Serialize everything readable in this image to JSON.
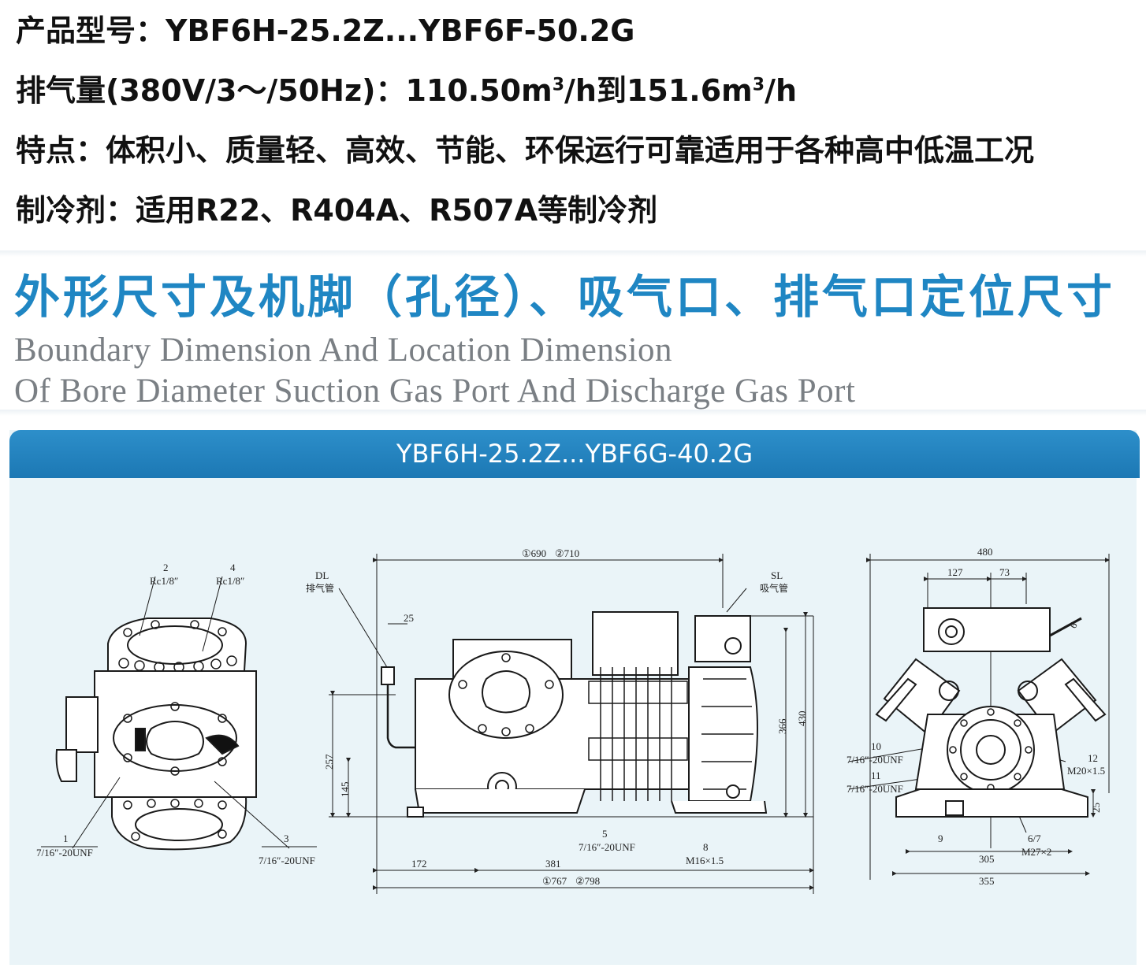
{
  "specs": {
    "model_label": "产品型号：",
    "model_value": "YBF6H-25.2Z...YBF6F-50.2G",
    "displacement_label": "排气量(380V/3～/50Hz)：",
    "displacement_v1": "110.50m",
    "sup1": "3",
    "unit_mid": "/h到151.6m",
    "sup2": "3",
    "unit_end": "/h",
    "features_label": "特点：",
    "features_value": "体积小、质量轻、高效、节能、环保运行可靠适用于各种高中低温工况",
    "refrigerant_label": "制冷剂：",
    "refrigerant_value": "适用R22、R404A、R507A等制冷剂"
  },
  "section": {
    "title_cn": "外形尺寸及机脚（孔径）、吸气口、排气口定位尺寸",
    "title_en_line1": "Boundary Dimension And Location Dimension",
    "title_en_line2": "Of Bore Diameter Suction Gas Port And Discharge Gas Port"
  },
  "panel": {
    "model_range": "YBF6H-25.2Z...YBF6G-40.2G"
  },
  "drawing_labels": {
    "left_2": "2",
    "left_rc1": "Rc1/8″",
    "left_4": "4",
    "left_rc2": "Rc1/8″",
    "left_1": "1",
    "left_unf1": "7/16″-20UNF",
    "left_3": "3",
    "left_unf3": "7/16″-20UNF",
    "mid_dl": "DL",
    "mid_dl_cn": "排气管",
    "mid_sl": "SL",
    "mid_sl_cn": "吸气管",
    "mid_690": "①690",
    "mid_710": "②710",
    "mid_25": "25",
    "mid_257": "257",
    "mid_145": "145",
    "mid_366": "366",
    "mid_430": "430",
    "mid_172": "172",
    "mid_381": "381",
    "mid_767": "①767",
    "mid_798": "②798",
    "mid_5": "5",
    "mid_unf5": "7/16″-20UNF",
    "mid_8": "8",
    "mid_m16": "M16×1.5",
    "right_480": "480",
    "right_127": "127",
    "right_73": "73",
    "right_10": "10",
    "right_unf10": "7/16″-20UNF",
    "right_11": "11",
    "right_unf11": "7/16″-20UNF",
    "right_12": "12",
    "right_m20": "M20×1.5",
    "right_9": "9",
    "right_67": "6/7",
    "right_m27": "M27×2",
    "right_305": "305",
    "right_355": "355",
    "right_25": "25",
    "right_6": "6"
  }
}
